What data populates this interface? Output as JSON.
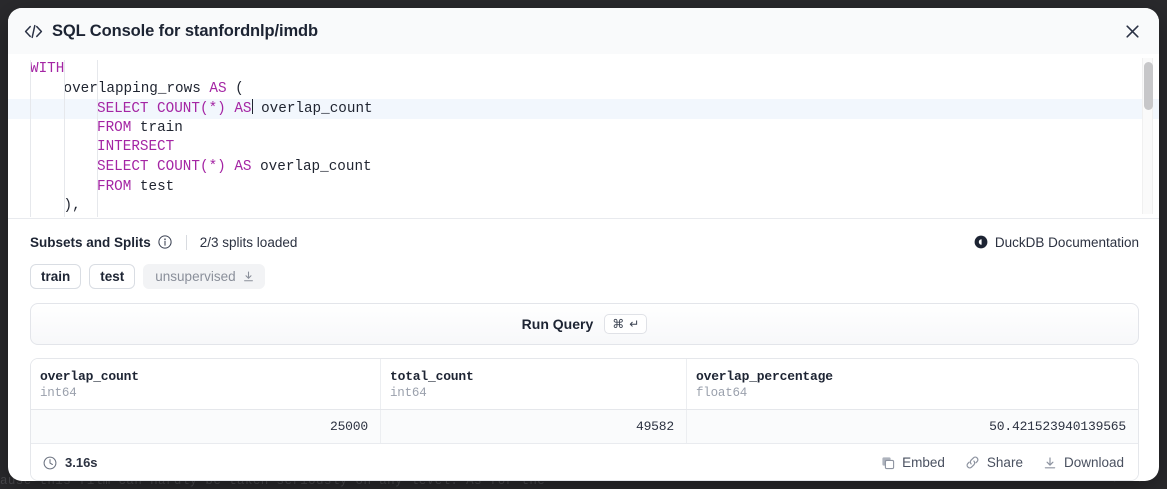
{
  "backdrop": {
    "visible_text": "ause this film can hardly be taken seriously on any level. As for the",
    "right_marker": "·  ·"
  },
  "modal": {
    "icon": "code-slash-icon",
    "title": "SQL Console for stanfordnlp/imdb",
    "close_icon": "close-icon"
  },
  "editor": {
    "language": "sql",
    "active_line_index": 2,
    "cursor_after": "AS",
    "lines": [
      {
        "indent": 0,
        "tokens": [
          {
            "t": "WITH",
            "k": "kw"
          }
        ]
      },
      {
        "indent": 1,
        "tokens": [
          {
            "t": "overlapping_rows ",
            "k": "ident"
          },
          {
            "t": "AS",
            "k": "kw"
          },
          {
            "t": " (",
            "k": "punc"
          }
        ]
      },
      {
        "indent": 2,
        "tokens": [
          {
            "t": "SELECT COUNT",
            "k": "kw"
          },
          {
            "t": "(",
            "k": "kw"
          },
          {
            "t": "*",
            "k": "kw"
          },
          {
            "t": ") ",
            "k": "kw"
          },
          {
            "t": "AS",
            "k": "kw"
          },
          {
            "t": "|",
            "k": "caret"
          },
          {
            "t": " overlap_count",
            "k": "ident"
          }
        ]
      },
      {
        "indent": 2,
        "tokens": [
          {
            "t": "FROM",
            "k": "kw"
          },
          {
            "t": " train",
            "k": "ident"
          }
        ]
      },
      {
        "indent": 2,
        "tokens": [
          {
            "t": "INTERSECT",
            "k": "kw"
          }
        ]
      },
      {
        "indent": 2,
        "tokens": [
          {
            "t": "SELECT COUNT",
            "k": "kw"
          },
          {
            "t": "(",
            "k": "kw"
          },
          {
            "t": "*",
            "k": "kw"
          },
          {
            "t": ") ",
            "k": "kw"
          },
          {
            "t": "AS",
            "k": "kw"
          },
          {
            "t": " overlap_count",
            "k": "ident"
          }
        ]
      },
      {
        "indent": 2,
        "tokens": [
          {
            "t": "FROM",
            "k": "kw"
          },
          {
            "t": " test",
            "k": "ident"
          }
        ]
      },
      {
        "indent": 1,
        "tokens": [
          {
            "t": "),",
            "k": "punc"
          }
        ]
      }
    ],
    "scrollbar": "vertical-scrollbar"
  },
  "splits": {
    "label": "Subsets and Splits",
    "info_icon": "info-icon",
    "loaded_status": "2/3 splits loaded",
    "duckdb_link": "DuckDB Documentation",
    "duckdb_icon": "duckdb-icon",
    "chips": [
      {
        "label": "train",
        "loaded": true
      },
      {
        "label": "test",
        "loaded": true
      },
      {
        "label": "unsupervised",
        "loaded": false,
        "icon": "download-icon"
      }
    ]
  },
  "run_query": {
    "label": "Run Query",
    "shortcut_cmd": "⌘",
    "shortcut_enter": "↵"
  },
  "results": {
    "columns": [
      {
        "name": "overlap_count",
        "type": "int64"
      },
      {
        "name": "total_count",
        "type": "int64"
      },
      {
        "name": "overlap_percentage",
        "type": "float64"
      }
    ],
    "rows": [
      [
        "25000",
        "49582",
        "50.421523940139565"
      ]
    ],
    "footer": {
      "time_icon": "clock-icon",
      "time": "3.16s",
      "actions": [
        {
          "label": "Embed",
          "icon": "copy-icon"
        },
        {
          "label": "Share",
          "icon": "link-icon"
        },
        {
          "label": "Download",
          "icon": "download-icon"
        }
      ]
    }
  },
  "colors": {
    "keyword": "#a425a4",
    "active_line": "#f2f7fd",
    "modal_bg": "#ffffff",
    "header_bg": "#f9fafb"
  }
}
